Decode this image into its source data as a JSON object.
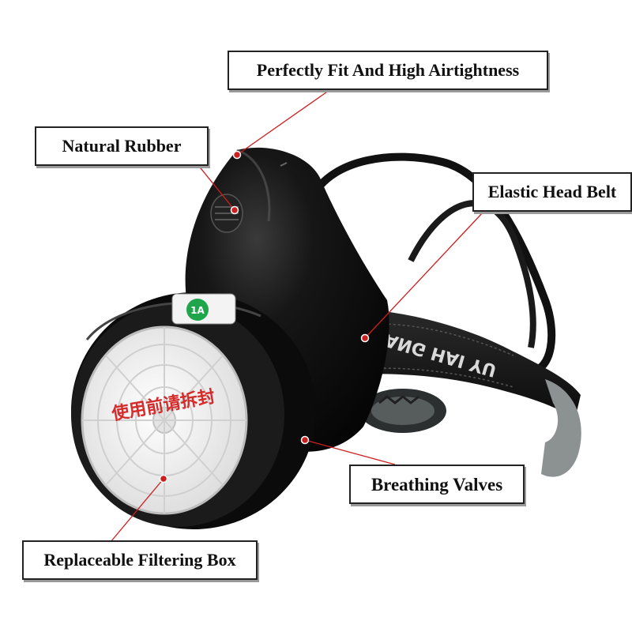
{
  "callouts": {
    "airtightness": "Perfectly Fit And High Airtightness",
    "rubber": "Natural Rubber",
    "head_belt": "Elastic Head Belt",
    "valves": "Breathing Valves",
    "filter": "Replaceable Filtering Box"
  },
  "product": {
    "strap_text": "上海丰 SHANG HAI YU",
    "filter_text": "使用前请拆封",
    "badge_text": "1A"
  },
  "colors": {
    "leader_line": "#cc1f1f",
    "mask_body": "#0d0d0d",
    "filter_face": "#f2f2f2",
    "badge": "#1fa64a"
  }
}
